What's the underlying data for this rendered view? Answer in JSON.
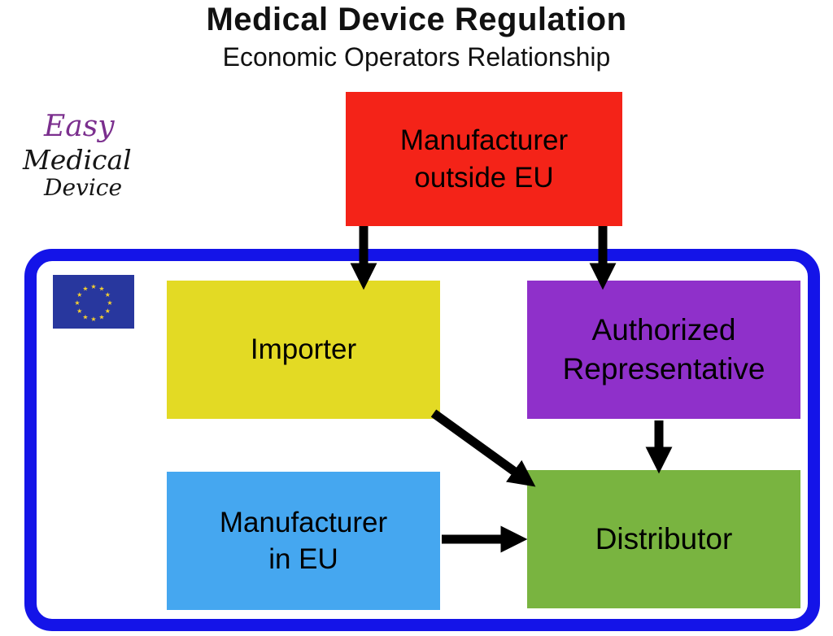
{
  "title": "Medical Device Regulation",
  "subtitle": "Economic Operators Relationship",
  "logo": {
    "line1": "Easy",
    "line2": "Medical",
    "line3": "Device"
  },
  "colors": {
    "eu_border": "#1414e8",
    "eu_flag_blue": "#28379e",
    "eu_flag_star": "#f8d12e",
    "arrow": "#000000",
    "text": "#000000"
  },
  "nodes": {
    "manufacturer_outside_eu": {
      "lines": [
        "Manufacturer",
        "outside EU"
      ],
      "color": "#f42318"
    },
    "importer": {
      "lines": [
        "Importer"
      ],
      "color": "#e3da24"
    },
    "authorized_representative": {
      "lines": [
        "Authorized",
        "Representative"
      ],
      "color": "#8f30ca"
    },
    "manufacturer_in_eu": {
      "lines": [
        "Manufacturer",
        "in EU"
      ],
      "color": "#45a7f0"
    },
    "distributor": {
      "lines": [
        "Distributor"
      ],
      "color": "#79b440"
    }
  },
  "connections": [
    {
      "from": "manufacturer_outside_eu",
      "to": "importer"
    },
    {
      "from": "manufacturer_outside_eu",
      "to": "authorized_representative"
    },
    {
      "from": "importer",
      "to": "distributor"
    },
    {
      "from": "authorized_representative",
      "to": "distributor"
    },
    {
      "from": "manufacturer_in_eu",
      "to": "distributor"
    }
  ]
}
